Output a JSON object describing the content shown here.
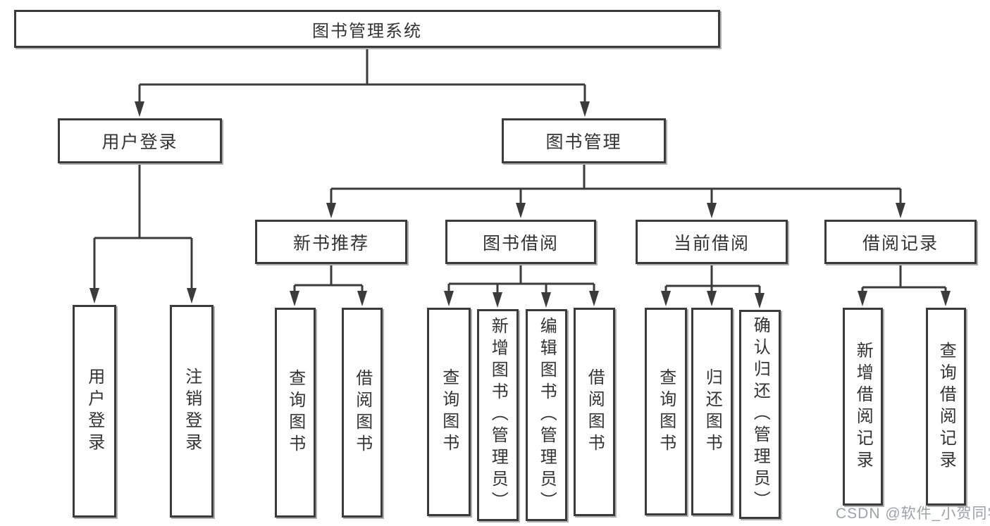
{
  "tree": {
    "root": "图书管理系统",
    "user_login": {
      "label": "用户登录",
      "children": [
        "用户登录",
        "注销登录"
      ]
    },
    "book_mgmt": {
      "label": "图书管理",
      "groups": [
        {
          "label": "新书推荐",
          "children": [
            "查询图书",
            "借阅图书"
          ]
        },
        {
          "label": "图书借阅",
          "children": [
            "查询图书",
            "新增图书（管理员）",
            "编辑图书（管理员）",
            "借阅图书"
          ]
        },
        {
          "label": "当前借阅",
          "children": [
            "查询图书",
            "归还图书",
            "确认归还（管理员）"
          ]
        },
        {
          "label": "借阅记录",
          "children": [
            "新增借阅记录",
            "查询借阅记录"
          ]
        }
      ]
    }
  },
  "watermark": "CSDN @软件_小贺同学",
  "colors": {
    "line": "#3b3b3b",
    "text": "#333333",
    "watermark": "#9da2a8",
    "background": "#ffffff"
  }
}
